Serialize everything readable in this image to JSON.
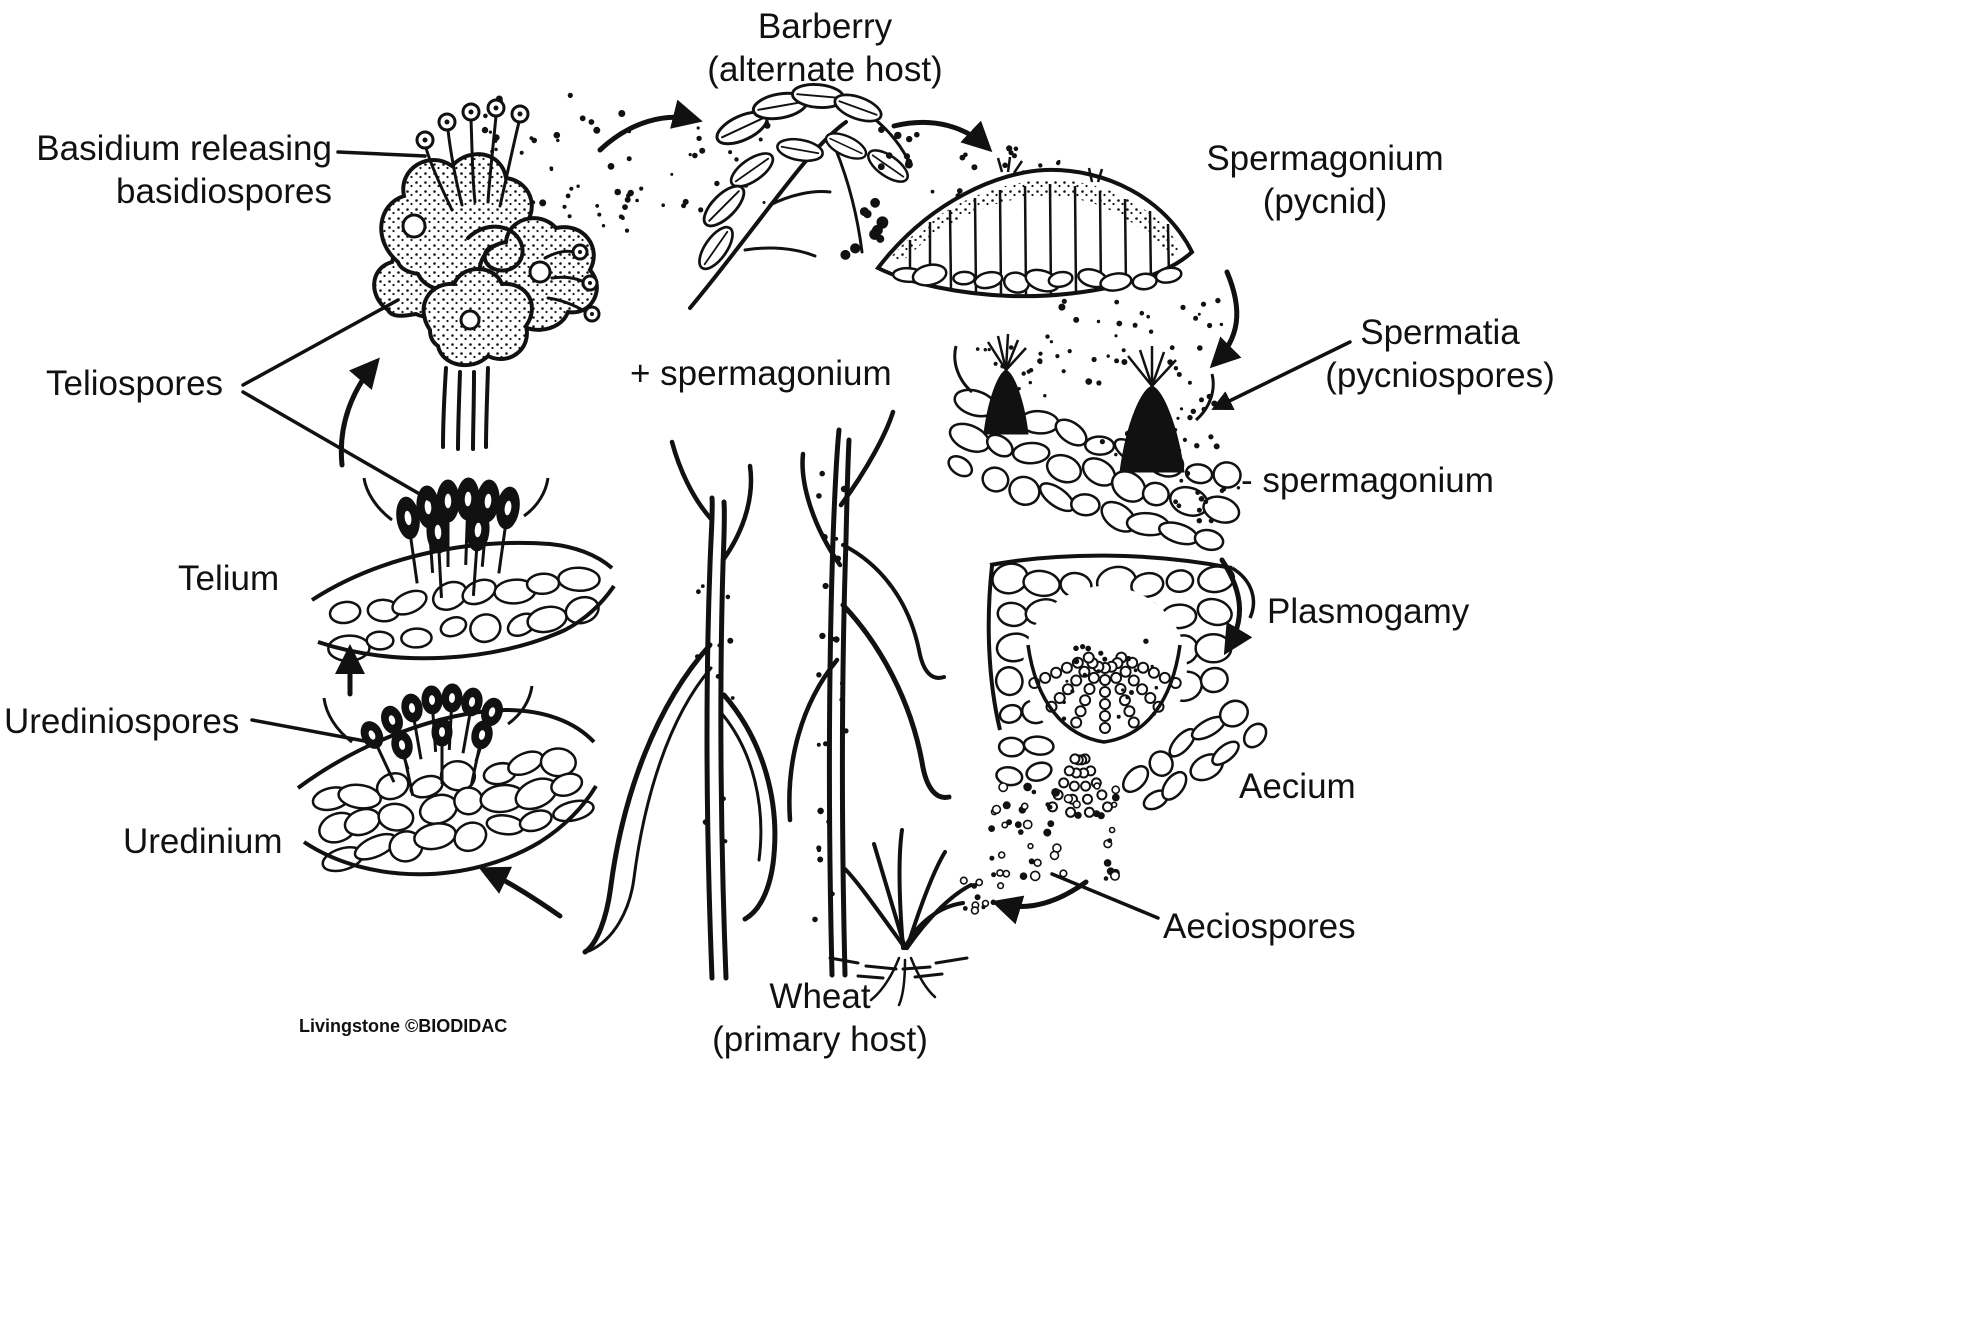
{
  "figure": {
    "subject": "Rust fungus life cycle diagram (wheat / barberry)",
    "credit": "Livingstone ©BIODIDAC"
  },
  "labels": {
    "barberry": {
      "line1": "Barberry",
      "line2": "(alternate host)"
    },
    "basidium": {
      "line1": "Basidium releasing",
      "line2": "basidiospores"
    },
    "spermagonium_pycnid": {
      "line1": "Spermagonium",
      "line2": "(pycnid)"
    },
    "teliospores": "Teliospores",
    "plus_spermagonium": "+ spermagonium",
    "spermatia": {
      "line1": "Spermatia",
      "line2": "(pycniospores)"
    },
    "minus_spermagonium": "- spermagonium",
    "telium": "Telium",
    "plasmogamy": "Plasmogamy",
    "urediniospores": "Urediniospores",
    "aecium": "Aecium",
    "uredinium": "Uredinium",
    "aeciospores": "Aeciospores",
    "wheat": {
      "line1": "Wheat",
      "line2": "(primary host)"
    }
  },
  "colors": {
    "ink": "#111111",
    "background": "#ffffff"
  }
}
